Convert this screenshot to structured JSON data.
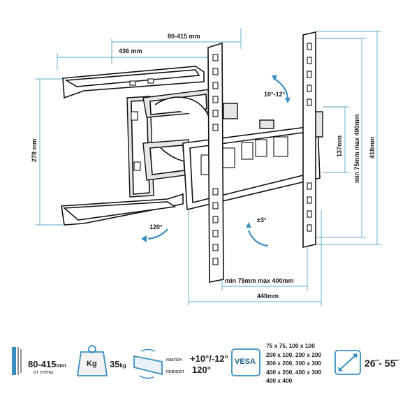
{
  "dimensions": {
    "depth_range": "80-415 mm",
    "arm_length": "436 mm",
    "arm_height": "278 mm",
    "tilt": "10°-12°",
    "swivel": "120°",
    "rotation": "±3°",
    "vesa_vertical_spacing": "137mm",
    "vesa_vertical_range": "min 75mm max 400mm",
    "plate_height": "418mm",
    "vesa_horizontal_range": "min 75mm max 400mm",
    "plate_width": "440mm"
  },
  "footer": {
    "depth_value": "80-415",
    "depth_unit": "mm",
    "depth_sub": "от стены",
    "weight_icon_label": "Kg",
    "weight_value": "35",
    "weight_unit": "kg",
    "tilt_label": "наклон",
    "tilt_value": "+10°/-12°",
    "swivel_label": "поворот",
    "swivel_value": "120°",
    "vesa_badge": "VESA",
    "vesa_sizes": [
      "75 x 75, 100 x 100",
      "200 x 100, 200 x 200",
      "300 x 200, 300 x 300",
      "400 x 200, 400 x 300",
      "400 x 400"
    ],
    "screen_size": "26˝- 55˝"
  },
  "colors": {
    "dimension_line": "#5aaac9",
    "motion_arrow": "#3a8fc1",
    "outline": "#111111"
  }
}
